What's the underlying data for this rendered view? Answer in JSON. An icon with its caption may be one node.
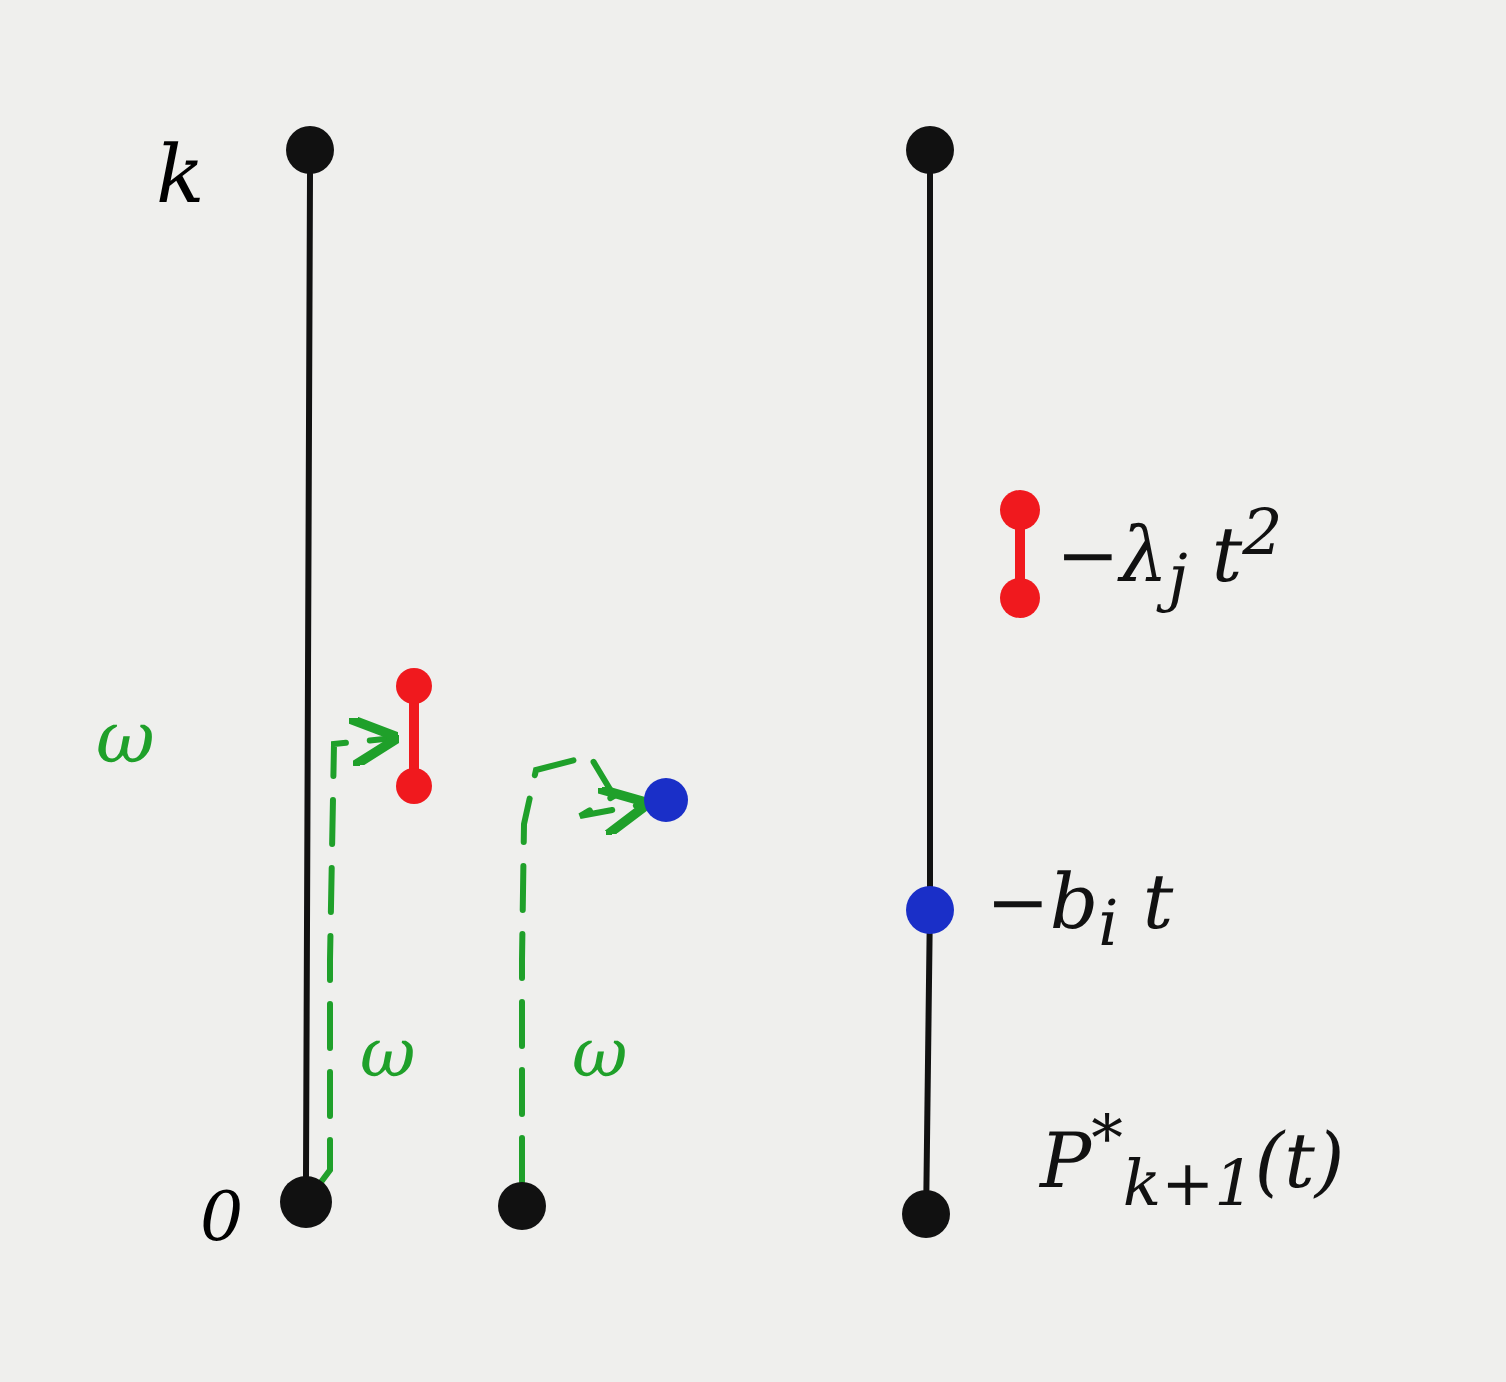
{
  "diagram": {
    "nodes": [
      {
        "text": [],
        "shape": "circle",
        "beside": [
          "k"
        ]
      },
      {
        "text": [],
        "shape": "circle",
        "beside": [
          "0"
        ]
      },
      {
        "text": [],
        "shape": "circle"
      },
      {
        "text": [],
        "shape": "dumbbell"
      },
      {
        "text": [],
        "shape": "circle"
      },
      {
        "text": [],
        "shape": "circle"
      },
      {
        "text": [],
        "shape": "circle"
      },
      {
        "text": [],
        "shape": "circle"
      },
      {
        "text": [],
        "shape": "dumbbell"
      }
    ],
    "edges": [
      {
        "from": 0,
        "to": 1,
        "arrow": "none"
      },
      {
        "from": 1,
        "to": 3,
        "arrow": "to",
        "label": "ω",
        "style": "dashed",
        "color": "#1fa02a"
      },
      {
        "from": 2,
        "to": 4,
        "arrow": "to",
        "label": "ω",
        "style": "dashed",
        "color": "#1fa02a"
      },
      {
        "from": 5,
        "to": 6,
        "arrow": "none"
      },
      {
        "from": 6,
        "to": 7,
        "arrow": "none"
      }
    ],
    "labels": [
      "ω",
      "−λ$_{j}$ t$^{2}$",
      "−b$_{i}$ t",
      "P$^{*}$$_{k+1}$(t)"
    ]
  }
}
